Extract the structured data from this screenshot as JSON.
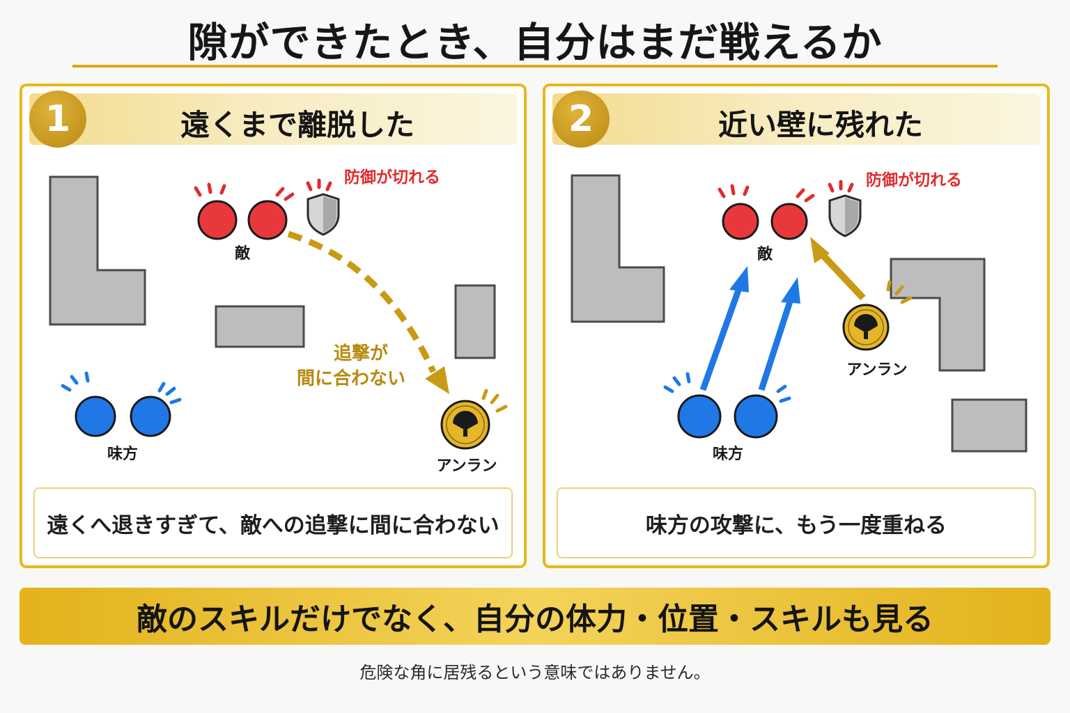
{
  "title": "隙ができたとき、自分はまだ戦えるか",
  "panels": [
    {
      "number": "1",
      "title": "遠くまで離脱した",
      "enemy_label": "敵",
      "defense_label": "防御が切れる",
      "ally_label": "味方",
      "player_label": "アンラン",
      "chase_label_line1": "追撃が",
      "chase_label_line2": "間に合わない",
      "caption": "遠くへ退きすぎて、敵への追撃に間に合わない"
    },
    {
      "number": "2",
      "title": "近い壁に残れた",
      "enemy_label": "敵",
      "defense_label": "防御が切れる",
      "ally_label": "味方",
      "player_label": "アンラン",
      "caption": "味方の攻撃に、もう一度重ねる"
    }
  ],
  "banner": "敵のスキルだけでなく、自分の体力・位置・スキルも見る",
  "footnote": "危険な角に居残るという意味ではありません。",
  "colors": {
    "gold": "#e8b81a",
    "enemy_red": "#e8383b",
    "ally_blue": "#1f78e6",
    "wall_gray": "#bdbdbf",
    "chase_arrow": "#c99a14",
    "attack_arrow": "#1f78e6",
    "defense_text": "#e02b2b"
  },
  "icons": {
    "player": "folding-fan-icon",
    "defense": "shield-icon"
  }
}
